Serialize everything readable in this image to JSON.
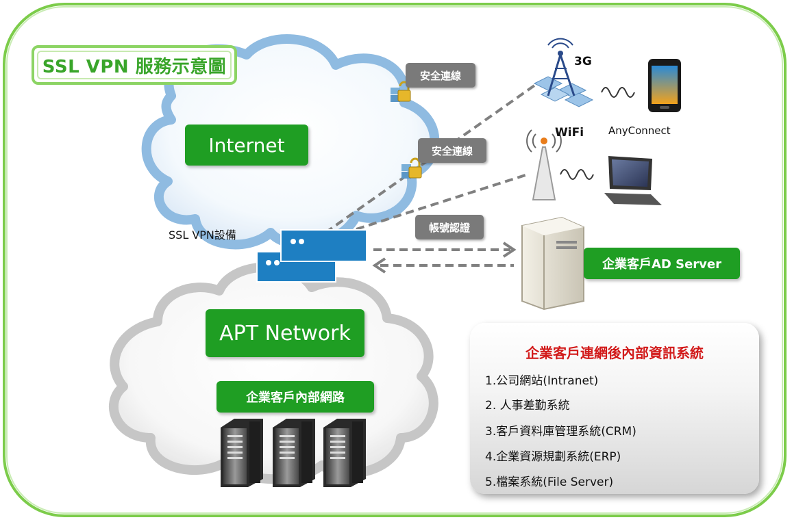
{
  "title": "SSL VPN 服務示意圖",
  "internet_label": "Internet",
  "apt_label": "APT Network",
  "internal_net_label": "企業客戶內部網路",
  "vpn_device_label": "SSL VPN設備",
  "secure_tag_1": "安全連線",
  "secure_tag_2": "安全連線",
  "auth_tag": "帳號認證",
  "label_3g": "3G",
  "label_wifi": "WiFi",
  "label_anyconnect": "AnyConnect",
  "ad_server_label": "企業客戶AD Server",
  "info": {
    "title": "企業客戶連網後內部資訊系統",
    "items": [
      "1.公司網站(Intranet)",
      "2. 人事差勤系統",
      "3.客戶資料庫管理系統(CRM)",
      "4.企業資源規劃系統(ERP)",
      "5.檔案系統(File Server)"
    ]
  },
  "colors": {
    "frame_green": "#7ccc4a",
    "box_green": "#1f9e23",
    "tag_gray": "#7a7a7a",
    "cloud_blue": "#8ab8e0",
    "device_blue": "#1e7fc2",
    "info_title_red": "#d21a1a"
  }
}
